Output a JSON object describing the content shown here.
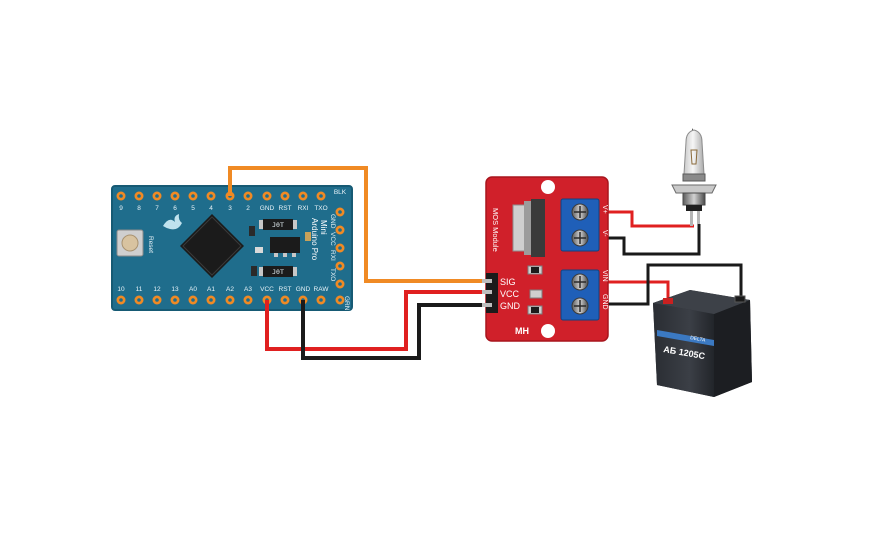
{
  "arduino": {
    "top_pins": [
      "9",
      "8",
      "7",
      "6",
      "5",
      "4",
      "3",
      "2",
      "GND",
      "RST",
      "RXI",
      "TXO"
    ],
    "corner_top": "BLK",
    "bottom_pins": [
      "10",
      "11",
      "12",
      "13",
      "A0",
      "A1",
      "A2",
      "A3",
      "VCC",
      "RST",
      "GND",
      "RAW"
    ],
    "corner_bottom": "GRN",
    "side_pins": [
      "GND",
      "VCC",
      "RXI",
      "TXO"
    ],
    "board_name_1": "Arduino Pro",
    "board_name_2": "Mini",
    "reset_label": "Reset",
    "chip_label_1": "J0T",
    "chip_label_2": "J0T"
  },
  "mos_module": {
    "title": "MOS Module",
    "mark": "MH",
    "pin_sig": "SIG",
    "pin_vcc": "VCC",
    "pin_gnd": "GND",
    "term_plus": "V+",
    "term_minus": "V-",
    "term_vin": "VIN",
    "term_gnd": "GND"
  },
  "battery": {
    "model": "АБ 1205С",
    "brand": "DELTA"
  },
  "colors": {
    "board_blue": "#1f6d8c",
    "module_red": "#d0202a",
    "wire_orange": "#f08a24",
    "wire_red": "#e02020",
    "wire_black": "#1a1a1a",
    "terminal_blue": "#1f5fb8"
  }
}
